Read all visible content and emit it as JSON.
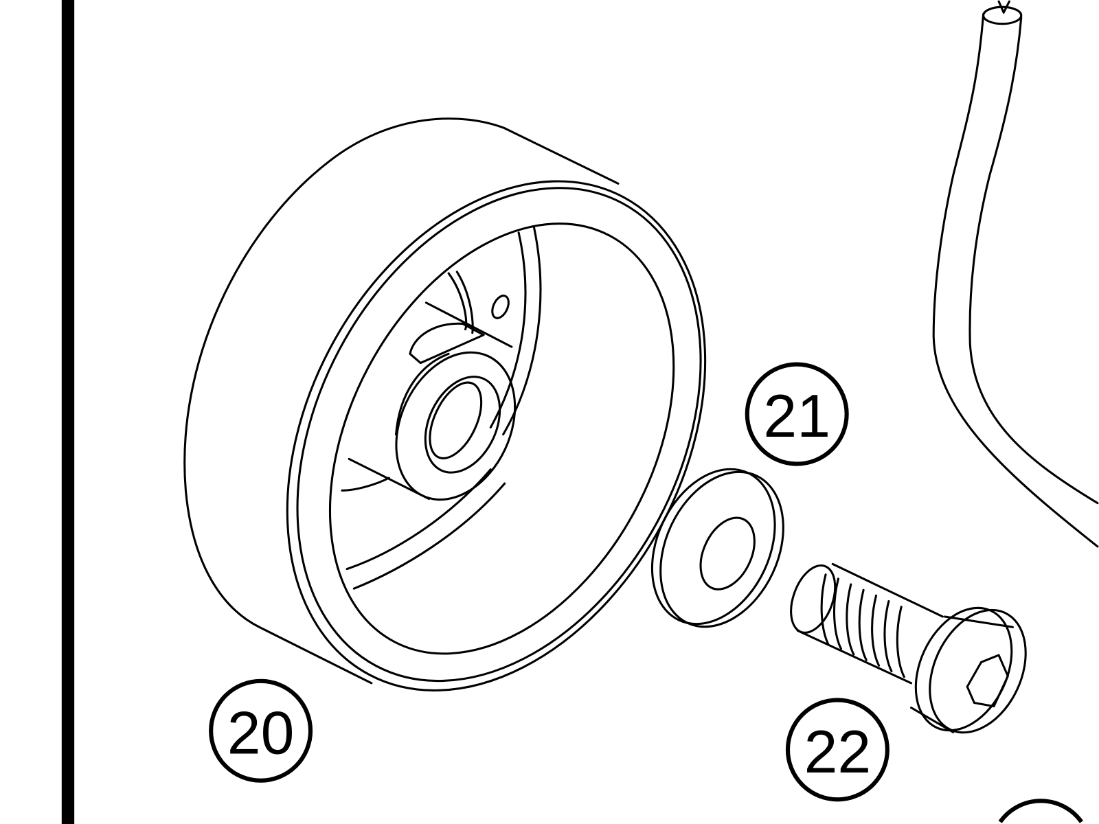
{
  "diagram": {
    "type": "exploded parts diagram",
    "callouts": [
      {
        "id": "20",
        "label": "20",
        "part": "flywheel"
      },
      {
        "id": "21",
        "label": "21",
        "part": "washer"
      },
      {
        "id": "22",
        "label": "22",
        "part": "socket-head-bolt"
      }
    ],
    "colors": {
      "line": "#000000",
      "background": "#ffffff"
    }
  }
}
